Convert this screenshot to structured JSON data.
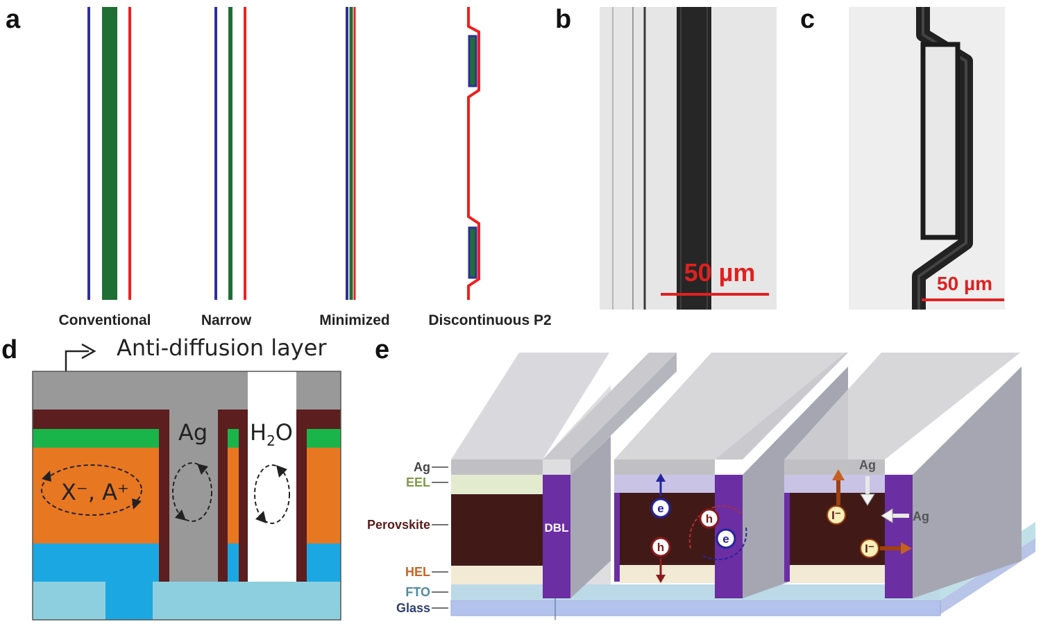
{
  "panels": {
    "a": "a",
    "b": "b",
    "c": "c",
    "d": "d",
    "e": "e"
  },
  "panel_a": {
    "labels": [
      "Conventional",
      "Narrow",
      "Minimized",
      "Discontinuous P2"
    ],
    "colors": {
      "p1": "#2e2e9a",
      "p2": "#1f6e35",
      "p3": "#ee2020"
    }
  },
  "panel_b": {
    "scalebar": "50 µm"
  },
  "panel_c": {
    "scalebar": "50 µm"
  },
  "panel_d": {
    "title": "Anti-diffusion layer",
    "ag": "Ag",
    "h2o_base": "H",
    "h2o_sub": "2",
    "h2o_o": "O",
    "ions": "X⁻, A⁺",
    "colors": {
      "gray": "#999999",
      "maroon": "#5c1e1e",
      "green": "#19b54a",
      "orange": "#e87722",
      "blue": "#1ba8e2",
      "lightblue": "#8ecfdf"
    }
  },
  "panel_e": {
    "layers": [
      "Ag",
      "EEL",
      "Perovskite",
      "HEL",
      "FTO",
      "Glass"
    ],
    "layer_colors": [
      "#444444",
      "#7f9a4b",
      "#5a1b1b",
      "#c6632a",
      "#4b8aa0",
      "#2f3f6e"
    ],
    "dbl": "DBL",
    "e": "e",
    "h": "h",
    "iodide": "I⁻",
    "ag_arrow": "Ag"
  }
}
